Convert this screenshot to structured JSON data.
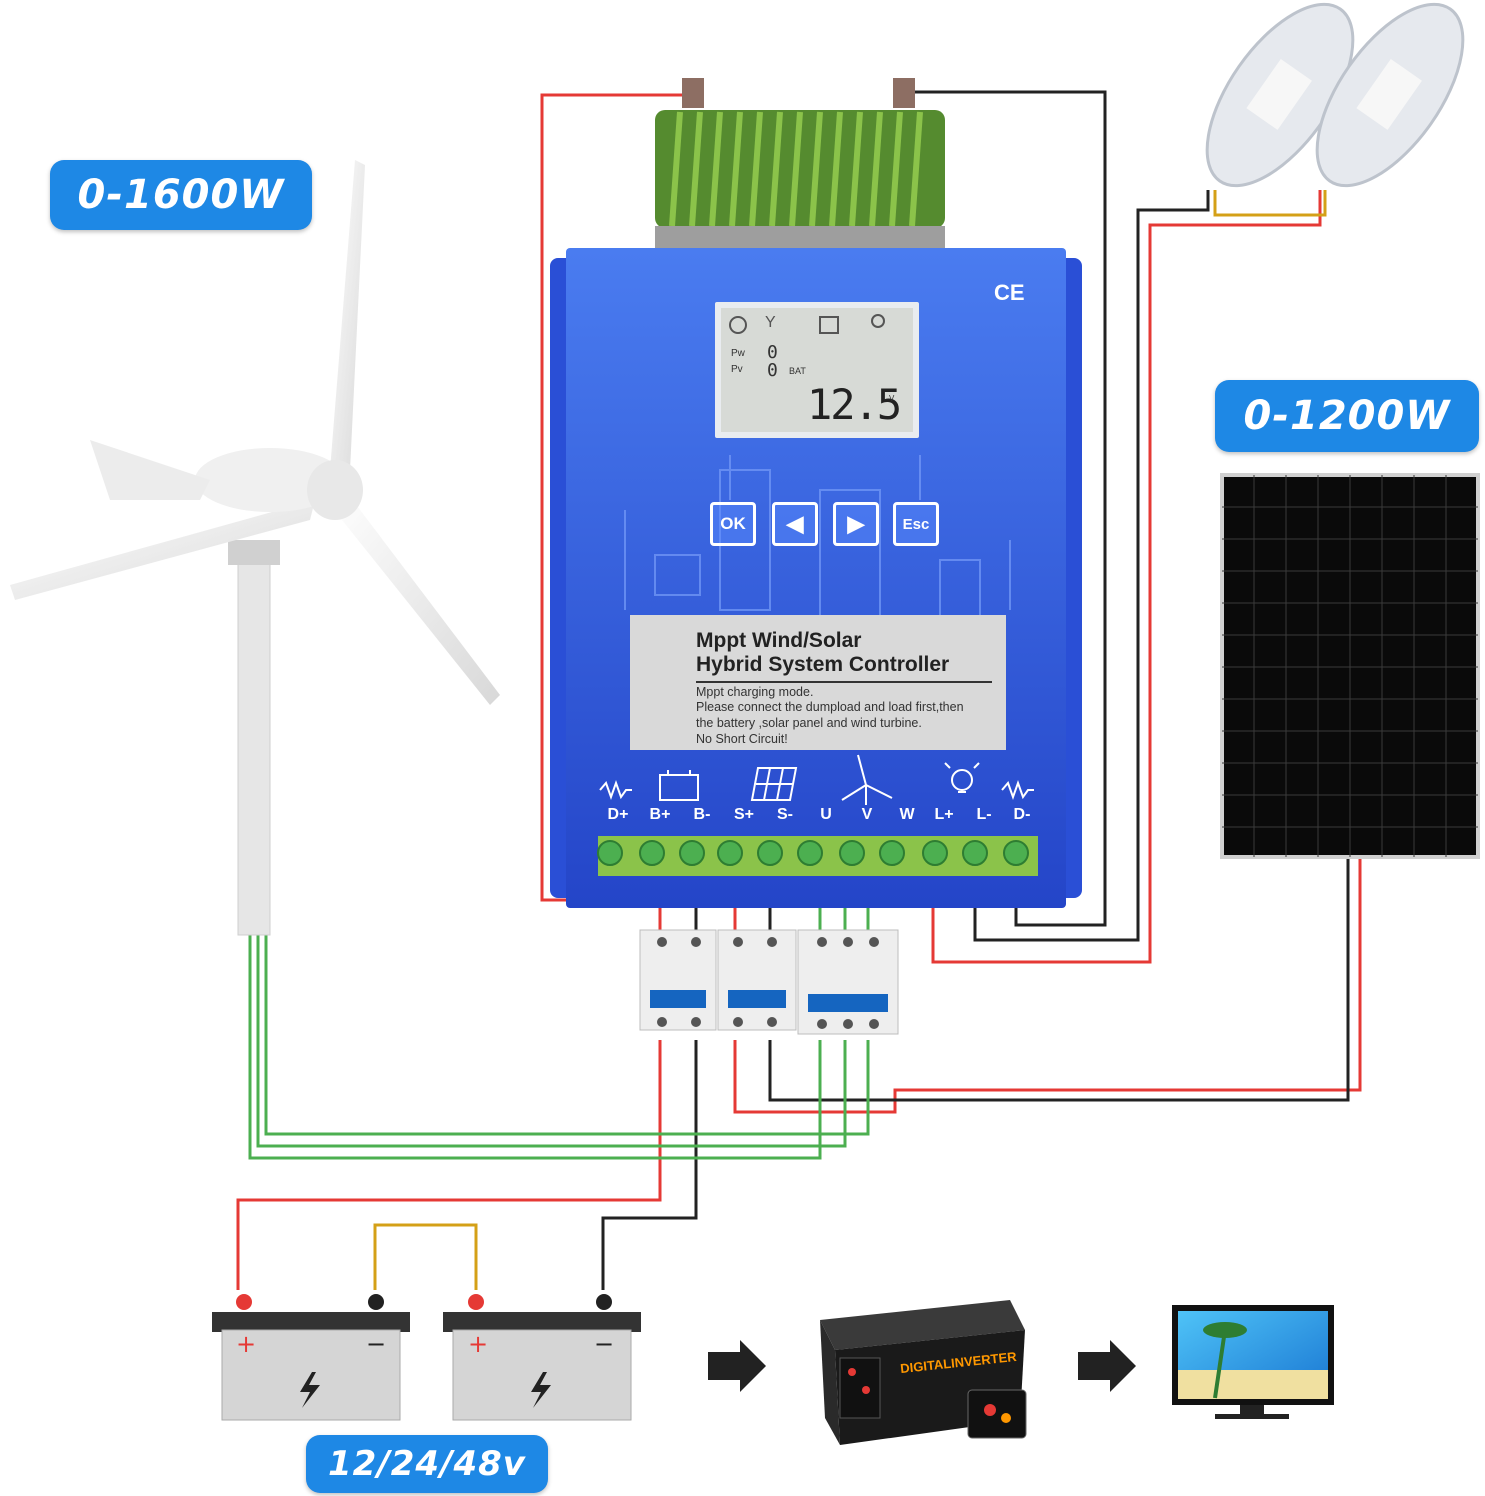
{
  "badges": {
    "wind_power": "0-1600W",
    "solar_power": "0-1200W",
    "battery_voltage": "12/24/48v"
  },
  "controller": {
    "title_line1": "Mppt Wind/Solar",
    "title_line2": "Hybrid System Controller",
    "note_line1": "Mppt charging mode.",
    "note_line2": "Please connect the dumpload and load first,then",
    "note_line3": "the battery ,solar panel and wind turbine.",
    "note_line4": "No Short Circuit!",
    "ce_mark": "CE",
    "lcd": {
      "voltage": "12.5",
      "unit": "V",
      "pw_label": "Pw",
      "pv_label": "Pv",
      "bat_label": "BAT",
      "digit_0a": "0",
      "digit_0b": "0"
    },
    "buttons": [
      "OK",
      "◀",
      "▶",
      "Esc"
    ],
    "terminals": [
      "D+",
      "B+",
      "B-",
      "S+",
      "S-",
      "U",
      "V",
      "W",
      "L+",
      "L-",
      "D-"
    ]
  },
  "icons": [
    "dumpload-icon",
    "battery-icon",
    "solar-panel-icon",
    "wind-turbine-icon",
    "light-bulb-icon",
    "dumpload-icon"
  ],
  "devices": {
    "inverter_text": "DIGITALINVERTER"
  },
  "wire_colors": {
    "positive": "#e53935",
    "negative": "#222222",
    "wind": "#4caf50",
    "link": "#d4a017"
  },
  "accent": "#1e88e5",
  "controller_color": "#2f5fe0"
}
